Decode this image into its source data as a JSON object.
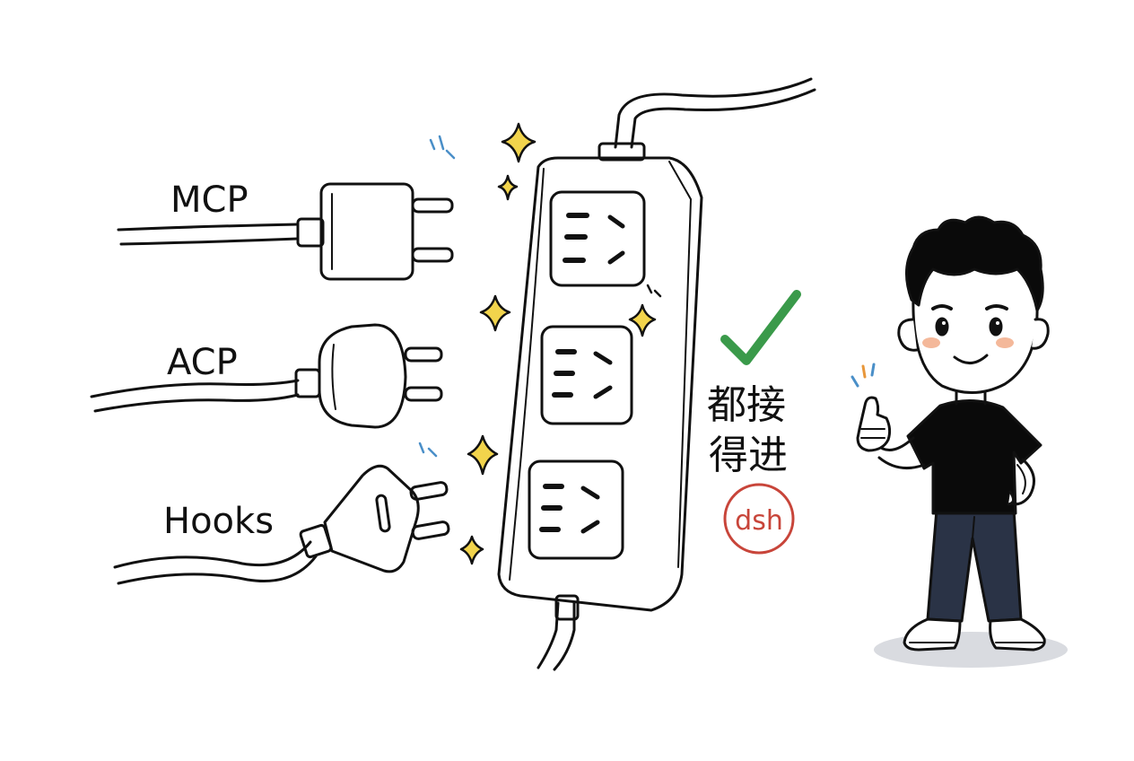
{
  "labels": {
    "plug_1": "MCP",
    "plug_2": "ACP",
    "plug_3": "Hooks"
  },
  "caption": {
    "line_1": "都接",
    "line_2": "得进"
  },
  "stamp": "dsh",
  "colors": {
    "ink": "#111111",
    "sparkle_fill": "#f2d44c",
    "check": "#3a9a4a",
    "stamp": "#c8453a",
    "accent_blue": "#4a8fc8",
    "accent_orange": "#e8973a",
    "blush": "#f4b89a",
    "shadow": "#d9dbe0"
  },
  "icons": [
    "power-strip",
    "plug-square",
    "plug-round",
    "plug-flat",
    "sparkle",
    "check-mark",
    "thumbs-up-person"
  ]
}
